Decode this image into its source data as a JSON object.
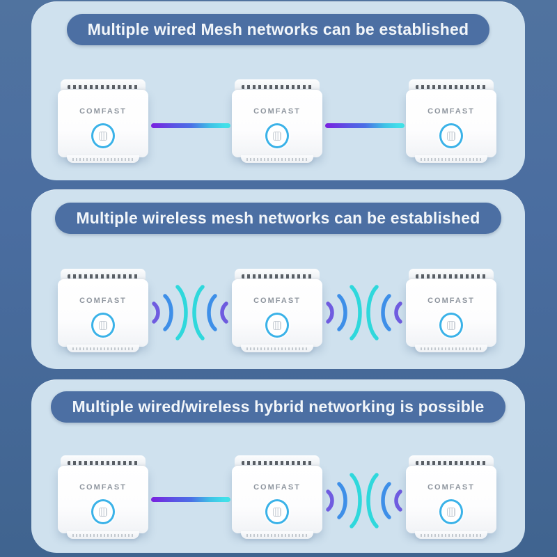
{
  "panels": [
    {
      "title": "Multiple wired Mesh networks can be established",
      "connection_types": [
        "wired",
        "wired"
      ],
      "device_count": 3
    },
    {
      "title": "Multiple wireless mesh networks can be established",
      "connection_types": [
        "wireless",
        "wireless"
      ],
      "device_count": 3
    },
    {
      "title": "Multiple wired/wireless hybrid networking is possible",
      "connection_types": [
        "wired",
        "wireless"
      ],
      "device_count": 3
    }
  ],
  "device": {
    "brand": "COMFAST"
  },
  "colors": {
    "outer_background": "#4a6da0",
    "panel_background": "#cfe1ee",
    "pill_background": "#4c6fa3",
    "pill_text": "#f2f6fa",
    "brand_text": "#8e959e",
    "button_ring": "#3ab2e8",
    "cable_gradient": [
      "#7a1fe0",
      "#4b6ee6",
      "#42ecec"
    ],
    "wave_inner": "#6f5ce0",
    "wave_middle": "#3e8fe8",
    "wave_outer": "#2fd8dc"
  }
}
